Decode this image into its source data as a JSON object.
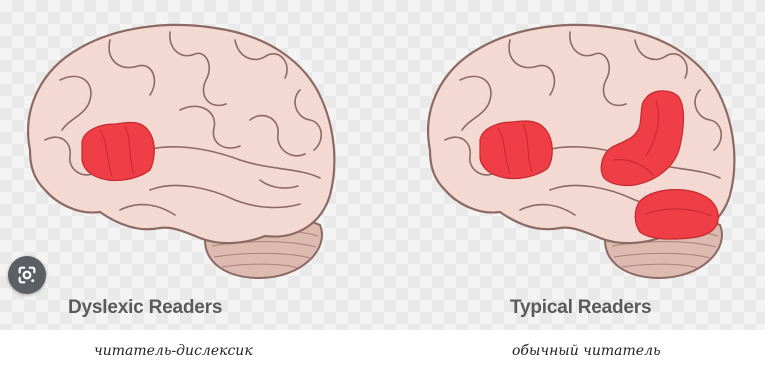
{
  "panels": [
    {
      "label": "Dyslexic Readers",
      "caption": "читатель-дислексик"
    },
    {
      "label": "Typical Readers",
      "caption": "обычный читатель"
    }
  ],
  "colors": {
    "brain_fill": "#f4d9d2",
    "brain_outline": "#8c6a63",
    "cerebellum_fill": "#dcbab0",
    "highlight": "#ef3e46",
    "label_text": "#5a5a5a"
  },
  "icons": {
    "lens_button": "google-lens-icon"
  }
}
